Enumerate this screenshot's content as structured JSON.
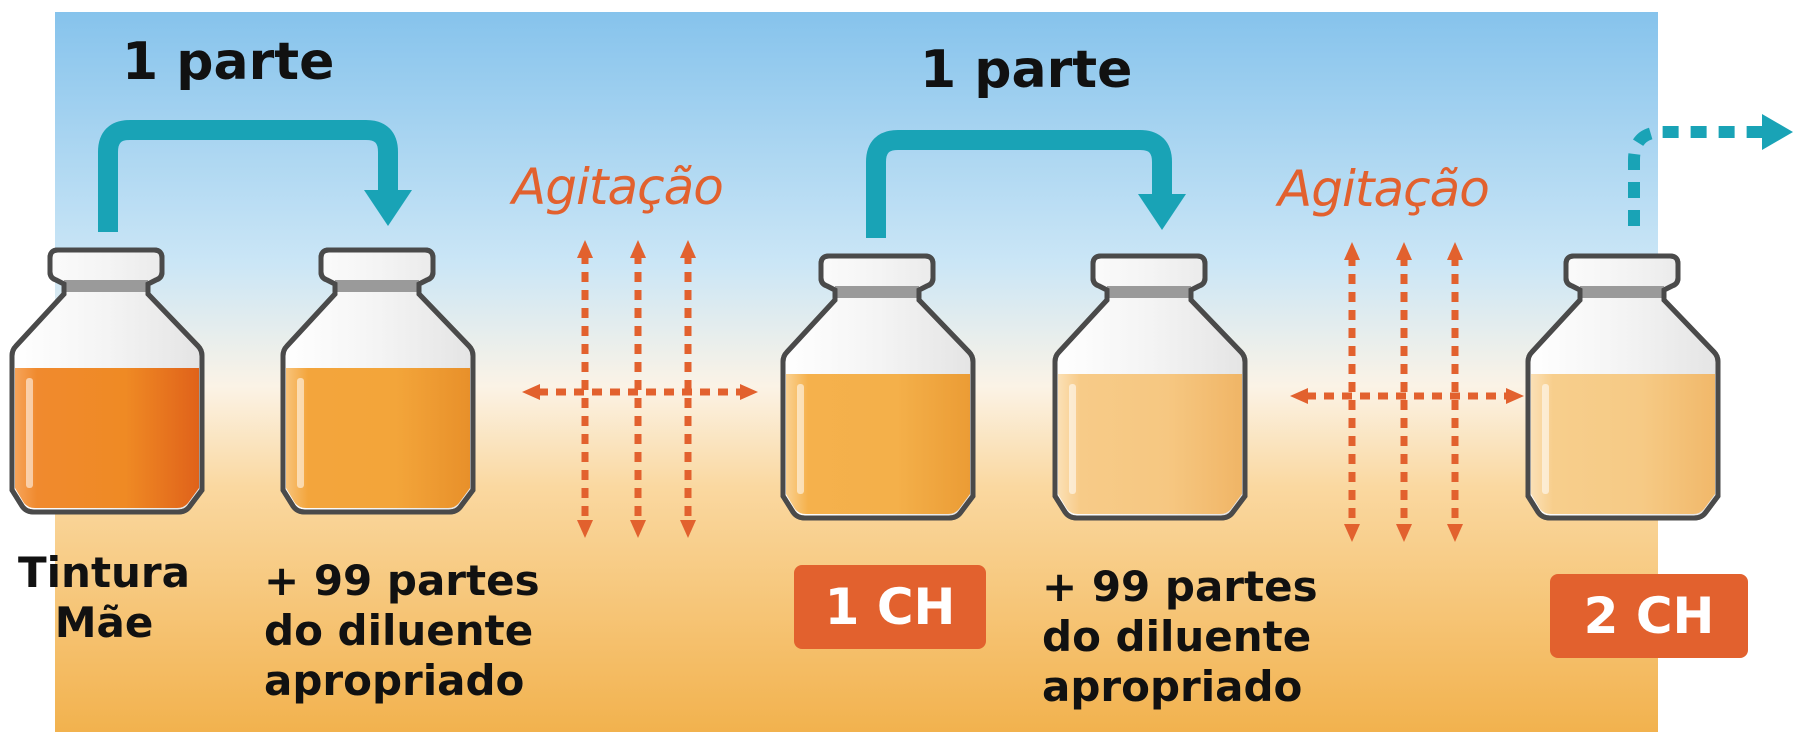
{
  "colors": {
    "sky_top": "#8cc8ee",
    "sky_mid": "#dff0fa",
    "ground": "#f1b553",
    "arrow_teal": "#19a3b6",
    "agitation_orange": "#e2612e",
    "badge": "#e2612e"
  },
  "transfer_labels": [
    "1 parte",
    "1 parte"
  ],
  "agitation_labels": [
    "Agitação",
    "Agitação"
  ],
  "labels": {
    "mother_tincture": [
      "Tintura",
      "Mãe"
    ],
    "diluent_1": [
      "+ 99 partes",
      "do diluente",
      "apropriado"
    ],
    "diluent_2": [
      "+ 99 partes",
      "do diluente",
      "apropriado"
    ]
  },
  "badges": [
    "1 CH",
    "2 CH"
  ],
  "jars": [
    {
      "name": "tintura-mae-jar",
      "liquid_color": "#e8741e"
    },
    {
      "name": "diluent-jar-1",
      "liquid_color": "#f0a130"
    },
    {
      "name": "1ch-jar",
      "liquid_color": "#f2aa3c"
    },
    {
      "name": "diluent-jar-2",
      "liquid_color": "#f5c27a"
    },
    {
      "name": "2ch-jar",
      "liquid_color": "#f6c47c"
    }
  ],
  "icons": [
    "transfer-arrow-icon",
    "agitation-arrows-icon",
    "continue-dotted-arrow-icon"
  ]
}
